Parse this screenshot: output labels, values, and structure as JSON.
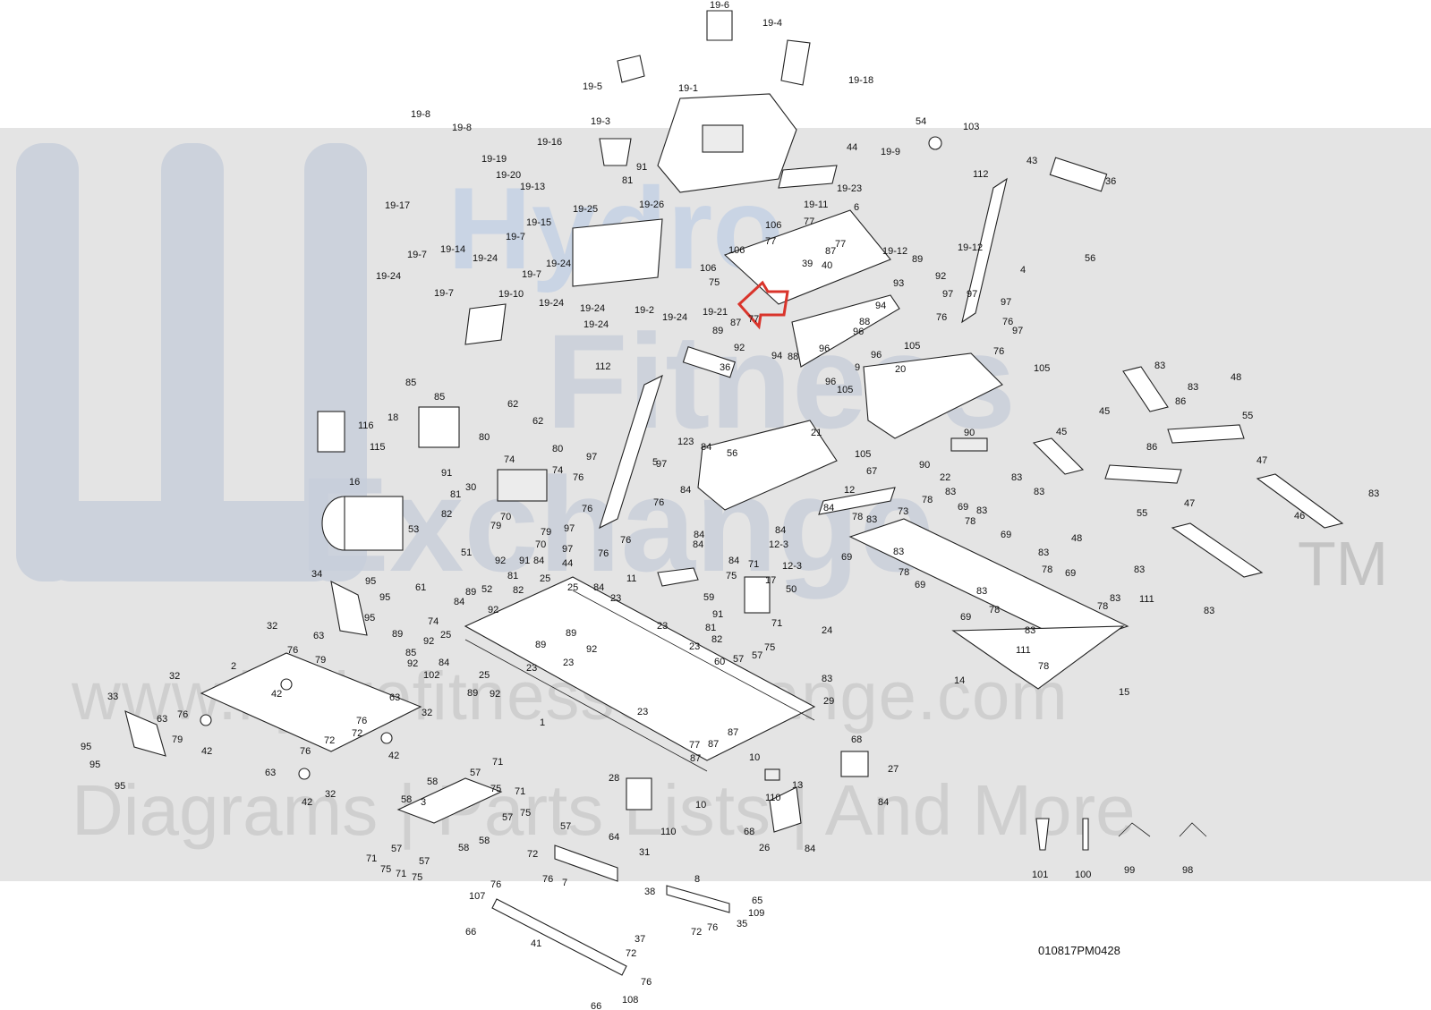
{
  "watermark": {
    "brand_line1": "Hydro",
    "brand_line2": "Fitness",
    "brand_line3": "Exchange",
    "trademark": "TM",
    "url": "www.hydrofitnessexchange.com",
    "tagline": "Diagrams | Parts Lists | And More"
  },
  "drawing_code": "010817PM0428",
  "colors": {
    "watermark_band": "#e4e4e4",
    "highlight_arrow": "#d9342b",
    "line": "#222222"
  },
  "callouts": {
    "c_19_6": "19-6",
    "c_19_4": "19-4",
    "c_19_5": "19-5",
    "c_19_1": "19-1",
    "c_19_18": "19-18",
    "c_103": "103",
    "c_19_8a": "19-8",
    "c_19_8b": "19-8",
    "c_19_3": "19-3",
    "c_54": "54",
    "c_19_16": "19-16",
    "c_19_19": "19-19",
    "c_19_20": "19-20",
    "c_19_13": "19-13",
    "c_19_17": "19-17",
    "c_91a": "91",
    "c_81a": "81",
    "c_19_25": "19-25",
    "c_19_26": "19-26",
    "c_44a": "44",
    "c_19_9": "19-9",
    "c_19_23": "19-23",
    "c_19_11": "19-11",
    "c_112a": "112",
    "c_43": "43",
    "c_36a": "36",
    "c_19_15": "19-15",
    "c_19_7a": "19-7",
    "c_19_24a": "19-24",
    "c_19_7b": "19-7",
    "c_19_14": "19-14",
    "c_19_24b": "19-24",
    "c_19_24c": "19-24",
    "c_19_7c": "19-7",
    "c_19_24d": "19-24",
    "c_19_7d": "19-7",
    "c_106a": "106",
    "c_77a": "77",
    "c_6": "6",
    "c_19_12a": "19-12",
    "c_19_12b": "19-12",
    "c_106b": "106",
    "c_77b": "77",
    "c_87a": "87",
    "c_77c": "77",
    "c_40": "40",
    "c_89a": "89",
    "c_92a": "92",
    "c_56a": "56",
    "c_4": "4",
    "c_106c": "106",
    "c_39": "39",
    "c_93": "93",
    "c_97a": "97",
    "c_97b": "97",
    "c_97c": "97",
    "c_19_10": "19-10",
    "c_19_24e": "19-24",
    "c_19_24f": "19-24",
    "c_19_2": "19-2",
    "c_19_24g": "19-24",
    "c_19_24h": "19-24",
    "c_75a": "75",
    "c_94a": "94",
    "c_76a": "76",
    "c_76b": "76",
    "c_19_24i": "19-24",
    "c_19_21": "19-21",
    "c_87b": "87",
    "c_77d": "77",
    "c_88a": "88",
    "c_97d": "97",
    "c_96a": "96",
    "c_89b": "89",
    "c_92b": "92",
    "c_94b": "94",
    "c_88b": "88",
    "c_96b": "96",
    "c_96c": "96",
    "c_76c": "76",
    "c_105a": "105",
    "c_105b": "105",
    "c_112b": "112",
    "c_36b": "36",
    "c_9": "9",
    "c_96d": "96",
    "c_83a": "83",
    "c_48a": "48",
    "c_105c": "105",
    "c_20": "20",
    "c_45a": "45",
    "c_83b": "83",
    "c_86a": "86",
    "c_85a": "85",
    "c_85b": "85",
    "c_62a": "62",
    "c_18": "18",
    "c_116": "116",
    "c_115": "115",
    "c_62b": "62",
    "c_80a": "80",
    "c_80b": "80",
    "c_74a": "74",
    "c_74b": "74",
    "c_97e": "97",
    "c_5": "5",
    "c_123": "123",
    "c_84a": "84",
    "c_56b": "56",
    "c_21": "21",
    "c_90a": "90",
    "c_55a": "55",
    "c_105d": "105",
    "c_90b": "90",
    "c_22": "22",
    "c_45b": "45",
    "c_86b": "86",
    "c_47a": "47",
    "c_83c": "83",
    "c_83d": "83",
    "c_76d": "76",
    "c_97f": "97",
    "c_76e": "76",
    "c_84b": "84",
    "c_67": "67",
    "c_16": "16",
    "c_91b": "91",
    "c_81b": "81",
    "c_82a": "82",
    "c_30": "30",
    "c_12": "12",
    "c_73": "73",
    "c_78a": "78",
    "c_83e": "83",
    "c_69a": "69",
    "c_83f": "83",
    "c_47b": "47",
    "c_55b": "55",
    "c_83g": "83",
    "c_46": "46",
    "c_76f": "76",
    "c_97g": "97",
    "c_76g": "76",
    "c_79a": "79",
    "c_70a": "70",
    "c_79b": "79",
    "c_70b": "70",
    "c_84c": "84",
    "c_84d": "84",
    "c_84e": "84",
    "c_83h": "83",
    "c_78b": "78",
    "c_78c": "78",
    "c_69b": "69",
    "c_69c": "69",
    "c_48b": "48",
    "c_53": "53",
    "c_97h": "97",
    "c_76h": "76",
    "c_84f": "84",
    "c_84g": "84",
    "c_12_3a": "12-3",
    "c_12_3b": "12-3",
    "c_78d": "78",
    "c_69d": "69",
    "c_83i": "83",
    "c_51": "51",
    "c_92c": "92",
    "c_91c": "91",
    "c_84h": "84",
    "c_81c": "81",
    "c_44b": "44",
    "c_71a": "71",
    "c_75b": "75",
    "c_83j": "83",
    "c_78e": "78",
    "c_69e": "69",
    "c_83k": "83",
    "c_83l": "83",
    "c_34": "34",
    "c_95a": "95",
    "c_61": "61",
    "c_52": "52",
    "c_82b": "82",
    "c_25a": "25",
    "c_25b": "25",
    "c_84i": "84",
    "c_11": "11",
    "c_17": "17",
    "c_50": "50",
    "c_83m": "83",
    "c_78f": "78",
    "c_111a": "111",
    "c_95b": "95",
    "c_89c": "89",
    "c_92d": "92",
    "c_74c": "74",
    "c_84j": "84",
    "c_23a": "23",
    "c_59": "59",
    "c_83n": "83",
    "c_78g": "78",
    "c_32a": "32",
    "c_63a": "63",
    "c_95c": "95",
    "c_89d": "89",
    "c_92e": "92",
    "c_25c": "25",
    "c_89e": "89",
    "c_23b": "23",
    "c_91d": "91",
    "c_71b": "71",
    "c_69f": "69",
    "c_78h": "78",
    "c_76i": "76",
    "c_79c": "79",
    "c_85c": "85",
    "c_92f": "92",
    "c_89f": "89",
    "c_92g": "92",
    "c_81d": "81",
    "c_82c": "82",
    "c_24": "24",
    "c_83o": "83",
    "c_2": "2",
    "c_102": "102",
    "c_84k": "84",
    "c_25d": "25",
    "c_23c": "23",
    "c_89g": "89",
    "c_92h": "92",
    "c_23d": "23",
    "c_60": "60",
    "c_57a": "57",
    "c_75c": "75",
    "c_111b": "111",
    "c_78i": "78",
    "c_32b": "32",
    "c_42a": "42",
    "c_89h": "89",
    "c_92i": "92",
    "c_23e": "23",
    "c_14": "14",
    "c_83p": "83",
    "c_15": "15",
    "c_33": "33",
    "c_63b": "63",
    "c_76j": "76",
    "c_63c": "63",
    "c_32c": "32",
    "c_1": "1",
    "c_23f": "23",
    "c_29": "29",
    "c_87c": "87",
    "c_79d": "79",
    "c_72a": "72",
    "c_76k": "76",
    "c_95d": "95",
    "c_42b": "42",
    "c_42c": "42",
    "c_77e": "77",
    "c_87d": "87",
    "c_87e": "87",
    "c_68a": "68",
    "c_95e": "95",
    "c_76l": "76",
    "c_72b": "72",
    "c_71c": "71",
    "c_10a": "10",
    "c_27": "27",
    "c_95f": "95",
    "c_63d": "63",
    "c_57b": "57",
    "c_75d": "75",
    "c_28": "28",
    "c_13": "13",
    "c_32d": "32",
    "c_42d": "42",
    "c_58a": "58",
    "c_71d": "71",
    "c_84l": "84",
    "c_58b": "58",
    "c_3": "3",
    "c_57c": "57",
    "c_75e": "75",
    "c_10b": "10",
    "c_110a": "110",
    "c_110b": "110",
    "c_68b": "68",
    "c_26": "26",
    "c_84m": "84",
    "c_58c": "58",
    "c_58d": "58",
    "c_57d": "57",
    "c_64": "64",
    "c_71e": "71",
    "c_57e": "57",
    "c_57f": "57",
    "c_75f": "75",
    "c_71f": "71",
    "c_75g": "75",
    "c_101": "101",
    "c_100": "100",
    "c_99": "99",
    "c_98": "98",
    "c_72c": "72",
    "c_76m": "76",
    "c_7": "7",
    "c_31": "31",
    "c_8": "8",
    "c_76n": "76",
    "c_38": "38",
    "c_65": "65",
    "c_107": "107",
    "c_109": "109",
    "c_35": "35",
    "c_66a": "66",
    "c_72d": "72",
    "c_76o": "76",
    "c_41": "41",
    "c_37": "37",
    "c_72e": "72",
    "c_76p": "76",
    "c_66b": "66",
    "c_108": "108"
  }
}
